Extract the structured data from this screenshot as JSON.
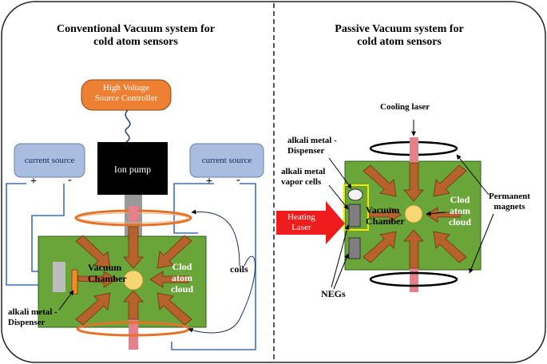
{
  "left_panel": {
    "title_line1": "Conventional Vacuum system for",
    "title_line2": "cold atom sensors",
    "hv_controller_line1": "High Voltage",
    "hv_controller_line2": "Source Controller",
    "ion_pump": "Ion pump",
    "current_source_left": "current source",
    "current_source_right": "current source",
    "plus_left": "+",
    "minus_left": "-",
    "plus_right": "+",
    "minus_right": "-",
    "vacuum_chamber_line1": "Vacuum",
    "vacuum_chamber_line2": "Chamber",
    "atom_cloud_line1": "Clod",
    "atom_cloud_line2": "atom",
    "atom_cloud_line3": "cloud",
    "coils": "coils",
    "dispenser_line1": "alkali metal -",
    "dispenser_line2": "Dispenser"
  },
  "right_panel": {
    "title_line1": "Passive Vacuum system for",
    "title_line2": "cold atom sensors",
    "cooling_laser": "Cooling laser",
    "dispenser_line1": "alkali metal -",
    "dispenser_line2": "Dispenser",
    "vapor_cells_line1": "alkali metal",
    "vapor_cells_line2": "vapor cells",
    "heating_laser_line1": "Heating",
    "heating_laser_line2": "Laser",
    "vacuum_chamber_line1": "Vacuum",
    "vacuum_chamber_line2": "Chamber",
    "atom_cloud_line1": "Clod",
    "atom_cloud_line2": "atom",
    "atom_cloud_line3": "cloud",
    "magnets_line1": "Permanent",
    "magnets_line2": "magnets",
    "negs": "NEGs"
  },
  "colors": {
    "chamber_green": "#6aa53a",
    "beam_brown": "#b5622c",
    "coil_orange": "#e3732a",
    "laser_pink": "#e7808a",
    "atom_yellow": "#f7d774",
    "current_source_blue": "#a9bde0",
    "controller_orange": "#ee8034",
    "wire_blue": "#3a6fc4",
    "heating_red": "#ee1c1c"
  }
}
